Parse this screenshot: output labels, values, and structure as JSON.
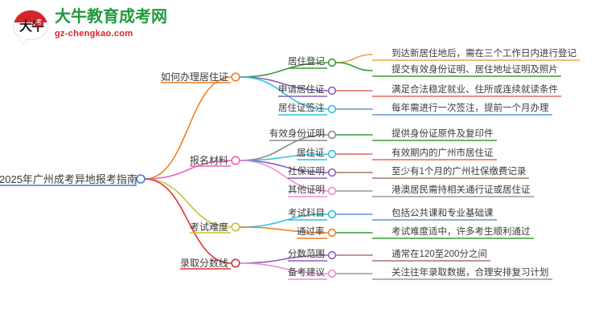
{
  "logo": {
    "mark_text": "大牛",
    "badge_text": "考",
    "title": "大牛教育成考网",
    "subtitle": "gz-chengkao.com",
    "title_color": "#1f9a3d",
    "subtitle_color": "#d5232a",
    "mark_color": "#d5232a"
  },
  "mindmap": {
    "root": {
      "label": "2025年广州成考异地报考指南",
      "color": "#3b7fd4"
    },
    "branches": [
      {
        "label": "如何办理居住证",
        "color": "#f07f22",
        "children": [
          {
            "label": "居住登记",
            "color": "#3a9b35",
            "leaves": [
              {
                "text": "到达新居住地后，需在三个工作日内进行登记",
                "color": "#f0a04a"
              },
              {
                "text": "提交有效身份证明、居住地址证明及照片",
                "color": "#3a9b35"
              }
            ]
          },
          {
            "label": "申请居住证",
            "color": "#8a5fc0",
            "leaves": [
              {
                "text": "满足合法稳定就业、住所或连续就读条件",
                "color": "#e4695e"
              }
            ]
          },
          {
            "label": "居住证签注",
            "color": "#2ec0de",
            "leaves": [
              {
                "text": "每年需进行一次签注，提前一个月办理",
                "color": "#5b95d6"
              }
            ]
          }
        ]
      },
      {
        "label": "报名材料",
        "color": "#e862b5",
        "children": [
          {
            "label": "有效身份证明",
            "color": "#8c8c8c",
            "leaves": [
              {
                "text": "提供身份证原件及复印件",
                "color": "#3a9b35"
              }
            ]
          },
          {
            "label": "居住证",
            "color": "#2ec0de",
            "leaves": [
              {
                "text": "有效期内的广州市居住证",
                "color": "#e4695e"
              }
            ]
          },
          {
            "label": "社保证明",
            "color": "#8a5fc0",
            "leaves": [
              {
                "text": "至少有1个月的广州社保缴费记录",
                "color": "#a8756b"
              }
            ]
          },
          {
            "label": "其他证明",
            "color": "#f08ccd",
            "leaves": [
              {
                "text": "港澳居民需持相关通行证或居住证",
                "color": "#9a9a9a"
              }
            ]
          }
        ]
      },
      {
        "label": "考试难度",
        "color": "#c2c42c",
        "children": [
          {
            "label": "考试科目",
            "color": "#2ec0de",
            "leaves": [
              {
                "text": "包括公共课和专业基础课",
                "color": "#5b95d6"
              }
            ]
          },
          {
            "label": "通过率",
            "color": "#f07f22",
            "leaves": [
              {
                "text": "考试难度适中，许多考生顺利通过",
                "color": "#3a9b35"
              }
            ]
          }
        ]
      },
      {
        "label": "录取分数线",
        "color": "#e03333",
        "children": [
          {
            "label": "分数范围",
            "color": "#8a5fc0",
            "leaves": [
              {
                "text": "通常在120至200分之间",
                "color": "#a8756b"
              }
            ]
          },
          {
            "label": "备考建议",
            "color": "#f08ccd",
            "leaves": [
              {
                "text": "关注往年录取数据，合理安排复习计划",
                "color": "#9a9a9a"
              }
            ]
          }
        ]
      }
    ]
  }
}
